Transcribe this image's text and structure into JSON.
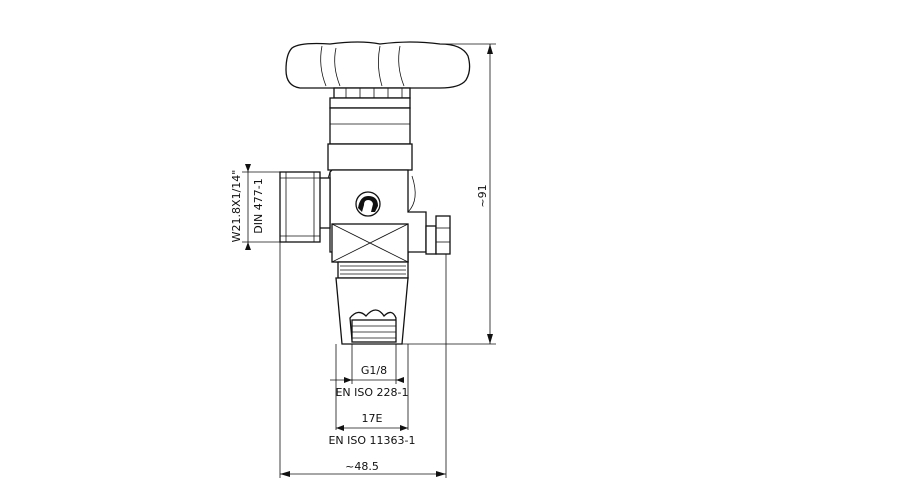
{
  "dimensions": {
    "height_total": "~91",
    "side_thread": "W21.8X1/14\"",
    "side_standard": "DIN 477-1",
    "thread_inner": "G1/8",
    "thread_inner_standard": "EN ISO 228-1",
    "thread_outer": "17E",
    "thread_outer_standard": "EN ISO 11363-1",
    "width_total": "~48.5"
  }
}
